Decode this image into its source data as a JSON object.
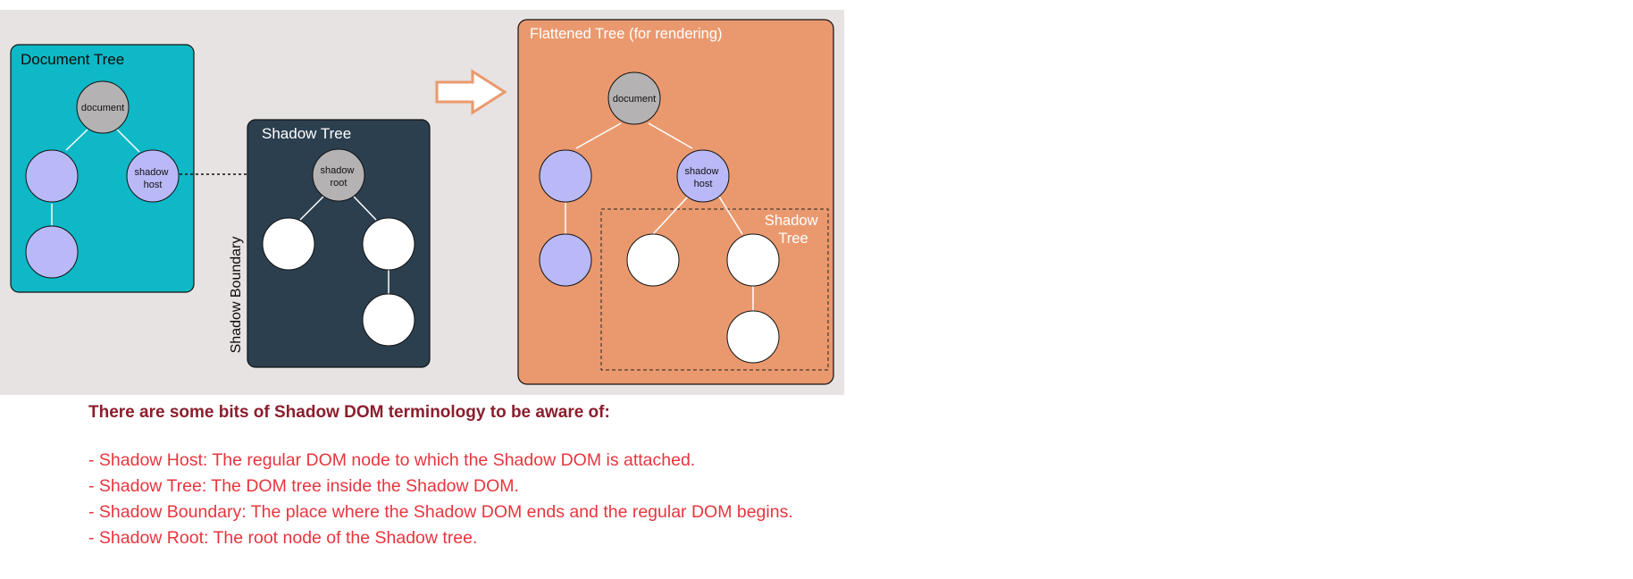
{
  "diagram": {
    "document_tree": {
      "title": "Document Tree",
      "root_label": "document",
      "host_label_line1": "shadow",
      "host_label_line2": "host"
    },
    "shadow_tree": {
      "title": "Shadow Tree",
      "root_label_line1": "shadow",
      "root_label_line2": "root",
      "boundary_label": "Shadow Boundary"
    },
    "flattened_tree": {
      "title": "Flattened Tree (for rendering)",
      "root_label": "document",
      "host_label_line1": "shadow",
      "host_label_line2": "host",
      "shadow_region_label_line1": "Shadow",
      "shadow_region_label_line2": "Tree"
    },
    "colors": {
      "background": "#e7e3e2",
      "document_panel": "#0fb8c6",
      "shadow_panel": "#2c3f4f",
      "flattened_panel": "#ea996e",
      "light_node": "#bab9f7",
      "gray_node": "#b4b2b2",
      "white_node": "#ffffff",
      "arrow": "#ea996e"
    }
  },
  "terminology": {
    "heading": "There are some bits of Shadow DOM terminology to be aware of:",
    "items": [
      "- Shadow Host: The regular DOM node to which the Shadow DOM is attached.",
      "- Shadow Tree: The DOM tree inside the Shadow DOM.",
      "- Shadow Boundary: The place where the Shadow DOM ends and the regular DOM begins.",
      "- Shadow Root: The root node of the Shadow tree."
    ],
    "colors": {
      "heading": "#8b1e2d",
      "items": "#e8353e"
    }
  }
}
